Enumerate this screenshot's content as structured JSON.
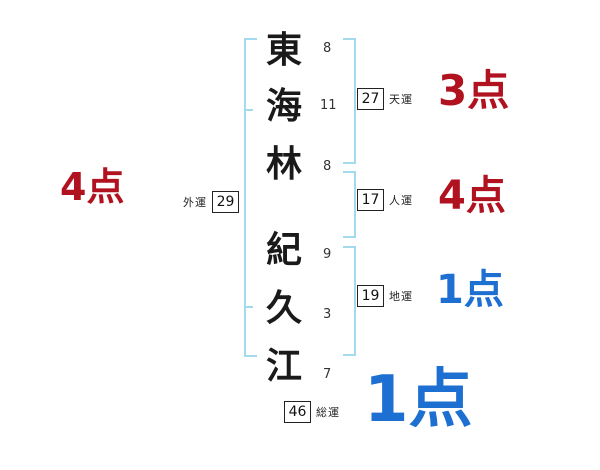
{
  "name": {
    "chars": [
      {
        "char": "東",
        "strokes": "8"
      },
      {
        "char": "海",
        "strokes": "11"
      },
      {
        "char": "林",
        "strokes": "8"
      },
      {
        "char": "紀",
        "strokes": "9"
      },
      {
        "char": "久",
        "strokes": "3"
      },
      {
        "char": "江",
        "strokes": "7"
      }
    ]
  },
  "fortunes": {
    "ten": {
      "label": "天運",
      "value": "27",
      "score": "3点"
    },
    "jin": {
      "label": "人運",
      "value": "17",
      "score": "4点"
    },
    "chi": {
      "label": "地運",
      "value": "19",
      "score": "1点"
    },
    "gai": {
      "label": "外運",
      "value": "29",
      "score": "4点"
    },
    "sou": {
      "label": "総運",
      "value": "46",
      "score": "1点"
    }
  },
  "colors": {
    "score_red": "#b11220",
    "score_blue": "#1e6fd2",
    "bracket_blue": "#a5d9ee"
  }
}
